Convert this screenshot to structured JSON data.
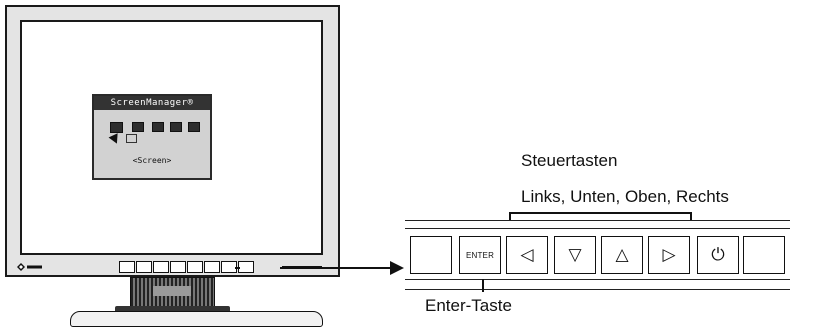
{
  "monitor": {
    "osd_title": "ScreenManager®",
    "osd_footer": "<Screen>",
    "mini_key_count": 8
  },
  "panel": {
    "buttons": [
      {
        "name": "blank-button-left",
        "label": "",
        "icon": ""
      },
      {
        "name": "enter-button",
        "label": "ENTER",
        "icon": ""
      },
      {
        "name": "left-button",
        "label": "",
        "icon": "◁"
      },
      {
        "name": "down-button",
        "label": "",
        "icon": "▽"
      },
      {
        "name": "up-button",
        "label": "",
        "icon": "△"
      },
      {
        "name": "right-button",
        "label": "",
        "icon": "▷"
      },
      {
        "name": "power-button",
        "label": "",
        "icon": "⏻"
      },
      {
        "name": "blank-button-right",
        "label": "",
        "icon": ""
      }
    ]
  },
  "labels": {
    "control_keys": "Steuertasten",
    "directions": "Links, Unten, Oben, Rechts",
    "enter_key": "Enter-Taste"
  }
}
